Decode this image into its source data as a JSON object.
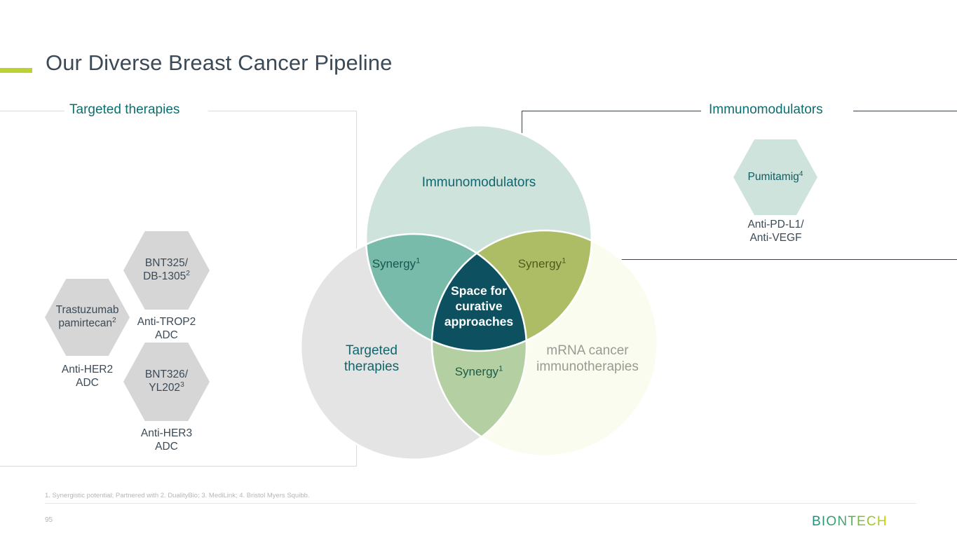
{
  "header": {
    "title": "Our Diverse Breast Cancer Pipeline",
    "accent_color": "#bdd132",
    "title_color": "#3b4a56"
  },
  "panels": {
    "left": {
      "label": "Targeted therapies",
      "label_color": "#0d6e6e",
      "border_color": "#d9dcdd"
    },
    "right": {
      "label": "Immunomodulators",
      "label_color": "#0d6e6e",
      "border_color": "#3b3f46"
    }
  },
  "targeted_therapies": [
    {
      "name": "Trastuzumab",
      "name_line2": "pamirtecan",
      "footnote_ref": "2",
      "caption": "Anti-HER2\nADC",
      "fill": "#d6d6d6"
    },
    {
      "name": "BNT325/",
      "name_line2": "DB-1305",
      "footnote_ref": "2",
      "caption": "Anti-TROP2\nADC",
      "fill": "#d6d6d6"
    },
    {
      "name": "BNT326/",
      "name_line2": "YL202",
      "footnote_ref": "3",
      "caption": "Anti-HER3\nADC",
      "fill": "#d6d6d6"
    }
  ],
  "immunomodulators": [
    {
      "name": "Pumitamig",
      "footnote_ref": "4",
      "caption": "Anti-PD-L1/\nAnti-VEGF",
      "fill": "#cfe3dd"
    }
  ],
  "venn": {
    "top_label": "Immunomodulators",
    "left_label": "Targeted\ntherapies",
    "right_label": "mRNA cancer\nimmunotherapies",
    "synergy_left": "Synergy",
    "synergy_right": "Synergy",
    "synergy_bottom": "Synergy",
    "synergy_footnote_ref": "1",
    "center_label": "Space for curative approaches",
    "colors": {
      "top_circle": "#cfe3dd",
      "left_circle": "#e4e4e4",
      "right_circle": "#fbfcf0",
      "lens_top_left": "#79bbaa",
      "lens_top_right": "#adbd65",
      "lens_bottom": "#b4d0a3",
      "center": "#0d5160",
      "stroke": "#ffffff"
    }
  },
  "footer": {
    "footnote": "1. Synergistic potential; Partnered with 2. DualityBio; 3. MediLink; 4. Bristol Myers Squibb.",
    "page_number": "95",
    "logo_text": "BIONTECH",
    "logo_gradient_start": "#1b8f7e",
    "logo_gradient_end": "#c4d600"
  }
}
